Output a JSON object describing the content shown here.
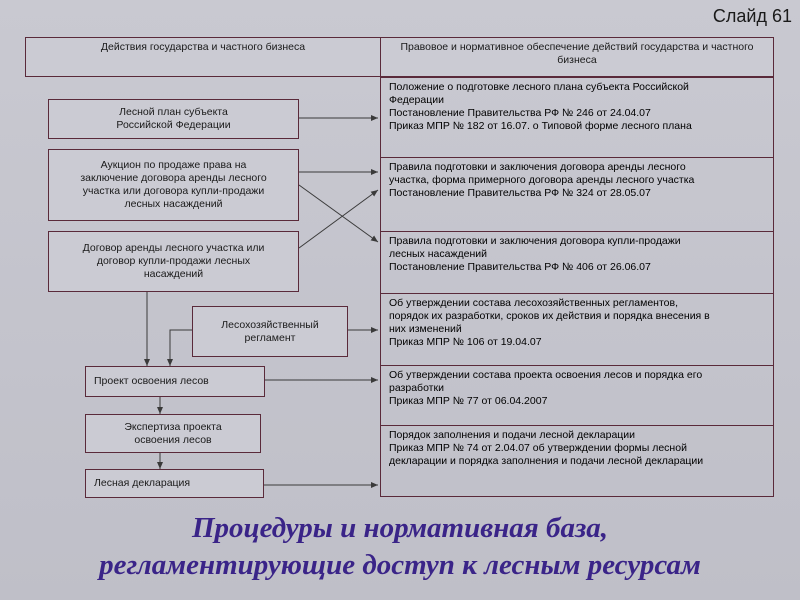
{
  "slide_label": "Слайд 61",
  "header": {
    "left": "Действия государства и частного бизнеса",
    "right": "Правовое и нормативное обеспечение действий государства и частного бизнеса"
  },
  "left_boxes": {
    "forest_plan": [
      "Лесной план субъекта",
      "Российской Федерации"
    ],
    "auction": [
      "Аукцион по продаже права на",
      "заключение договора аренды лесного",
      "участка или договора купли-продажи",
      "лесных насаждений"
    ],
    "contract": [
      "Договор аренды лесного участка или",
      "договор купли-продажи лесных",
      "насаждений"
    ],
    "reglament": [
      "Лесохозяйственный",
      "регламент"
    ],
    "project": "Проект освоения лесов",
    "expertise": [
      "Экспертиза проекта",
      "освоения лесов"
    ],
    "declaration": "Лесная декларация"
  },
  "right_cells": [
    [
      "Положение о подготовке лесного плана субъекта Российской",
      "Федерации",
      "Постановление Правительства РФ № 246 от 24.04.07",
      "Приказ МПР № 182 от 16.07. о Типовой форме лесного плана"
    ],
    [
      "Правила подготовки и заключения договора аренды лесного",
      "участка, форма примерного договора аренды лесного участка",
      "Постановление Правительства РФ № 324 от 28.05.07"
    ],
    [
      "Правила подготовки и заключения договора купли-продажи",
      "лесных насаждений",
      "Постановление Правительства РФ № 406 от 26.06.07"
    ],
    [
      "Об утверждении состава лесохозяйственных регламентов,",
      "порядок их разработки, сроков их действия и порядка внесения в",
      "них изменений",
      "Приказ МПР № 106 от 19.04.07"
    ],
    [
      "Об утверждении состава проекта освоения лесов и порядка его",
      "разработки",
      "Приказ МПР № 77 от 06.04.2007"
    ],
    [
      "Порядок заполнения и подачи лесной декларации",
      "Приказ МПР № 74 от 2.04.07 об утверждении формы лесной",
      "декларации и порядка заполнения и подачи лесной декларации"
    ]
  ],
  "title": {
    "line1": "Процедуры и нормативная база,",
    "line2": "регламентирующие доступ к лесным ресурсам"
  }
}
